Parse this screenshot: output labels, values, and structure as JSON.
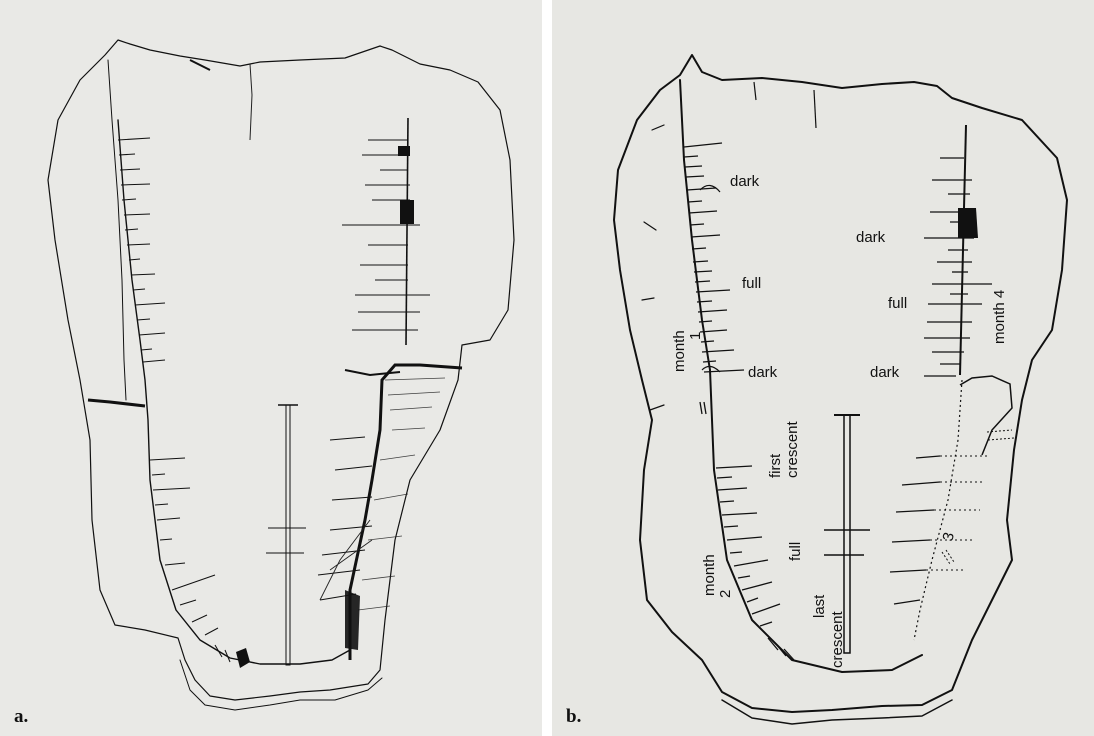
{
  "panels": {
    "a": {
      "tag": "a."
    },
    "b": {
      "tag": "b.",
      "labels": {
        "dark_1": "dark",
        "full_1": "full",
        "dark_2": "dark",
        "month_1_word": "month",
        "month_1_num": "1",
        "first": "first",
        "crescent_1": "crescent",
        "full_2": "full",
        "last": "last",
        "crescent_2": "crescent",
        "month_2_word": "month",
        "month_2_num": "2",
        "dark_3": "dark",
        "full_3": "full",
        "dark_4": "dark",
        "month_4": "month 4",
        "num_3": "3"
      }
    }
  },
  "colors": {
    "ink": "#111111",
    "paper_a": "#e9e9e6",
    "paper_b": "#e7e7e3"
  }
}
